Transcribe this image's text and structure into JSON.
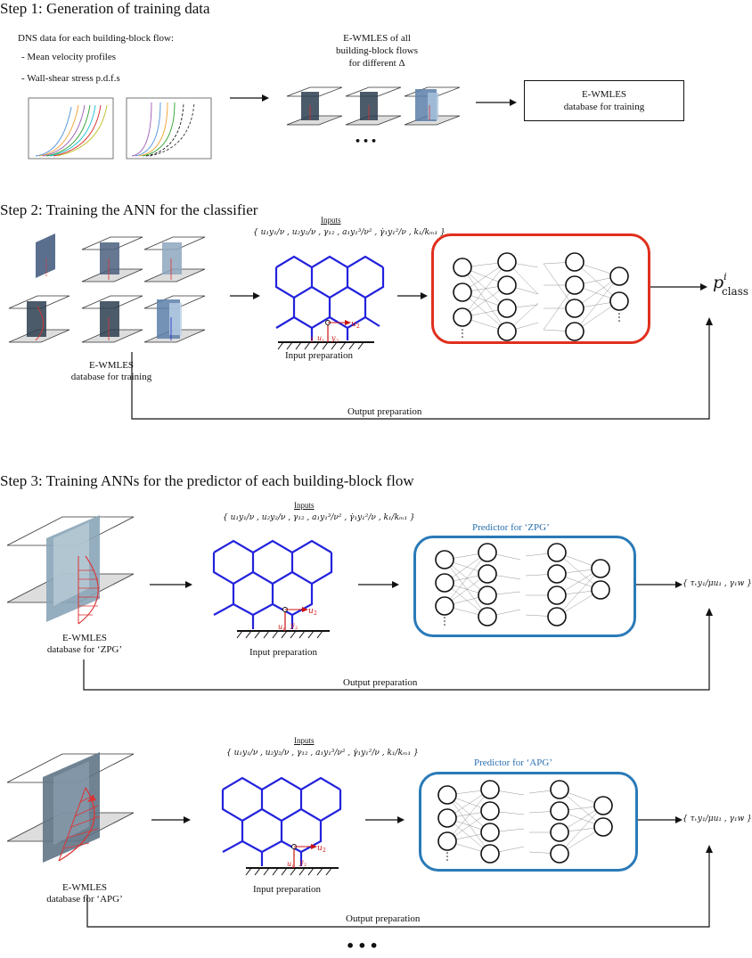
{
  "step1": {
    "title": "Step 1:  Generation of training data",
    "dns_heading": "DNS data for each building-block flow:",
    "bullet1": "- Mean velocity profiles",
    "bullet2": "- Wall-shear stress p.d.f.s",
    "ewmles_all": [
      "E-WMLES of all",
      "building-block flows",
      "for different Δ"
    ],
    "ellipsis": "•••",
    "database_box": [
      "E-WMLES",
      "database for training"
    ]
  },
  "step2": {
    "title": "Step 2:  Training the ANN for the classifier",
    "inputs_label": "Inputs",
    "inputs_formula": "{ u₁y₁/ν , u₂y₂/ν , γ₁₂ , a₁y₁³/ν² , γ̇₁y₁²/ν , k₁/kₘ₁ }",
    "input_preparation": "Input preparation",
    "database_label": [
      "E-WMLES",
      "database for training"
    ],
    "output_preparation": "Output preparation",
    "output_symbol": "p",
    "output_sup": "i",
    "output_sub": "class"
  },
  "step3": {
    "title": "Step 3:  Training ANNs for the predictor of each building-block flow",
    "zpg": {
      "inputs_label": "Inputs",
      "inputs_formula": "{ u₁y₁/ν , u₂y₂/ν , γ₁₂ , a₁y₁³/ν² , γ̇₁y₁²/ν , k₁/kₘ₁ }",
      "predictor_title": "Predictor for ‘ZPG’",
      "input_preparation": "Input preparation",
      "database_label": [
        "E-WMLES",
        "database for ‘ZPG’"
      ],
      "output_preparation": "Output preparation",
      "output_formula": "{ τᵥу₁/μu₁ , γ₁w }"
    },
    "apg": {
      "inputs_label": "Inputs",
      "inputs_formula": "{ u₁y₁/ν , u₂y₂/ν , γ₁₂ , a₁y₁³/ν² , γ̇₁y₁²/ν , k₁/kₘ₁ }",
      "predictor_title": "Predictor for ‘APG’",
      "input_preparation": "Input preparation",
      "database_label": [
        "E-WMLES",
        "database for ‘APG’"
      ],
      "output_preparation": "Output preparation",
      "output_formula": "{ τᵥу₁/μu₁ , γ₁w }"
    },
    "bottom_ellipsis": "•••"
  },
  "colors": {
    "classifier_border": "#e0301e",
    "predictor_border": "#2a7ab8",
    "predictor_title": "#2a6fb0",
    "mesh": "#2222dd",
    "annotation_red": "#cc1111"
  }
}
